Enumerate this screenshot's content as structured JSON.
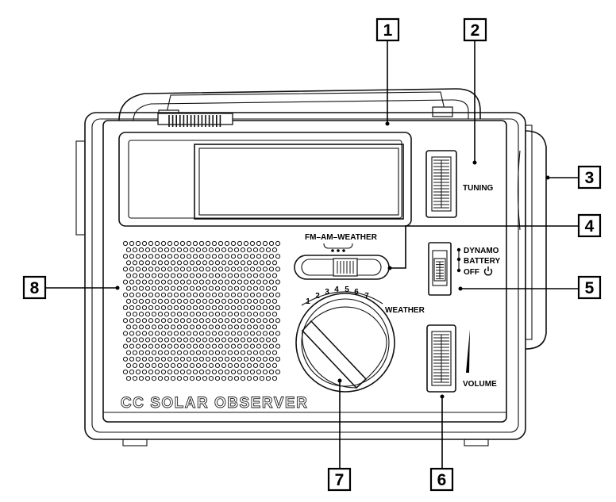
{
  "callouts": [
    {
      "number": "1"
    },
    {
      "number": "2"
    },
    {
      "number": "3"
    },
    {
      "number": "4"
    },
    {
      "number": "5"
    },
    {
      "number": "6"
    },
    {
      "number": "7"
    },
    {
      "number": "8"
    }
  ],
  "labels": {
    "tuning": "TUNING",
    "band": "FM–AM–WEATHER",
    "dynamo": "DYNAMO",
    "battery": "BATTERY",
    "off": "OFF",
    "power_icon": "power-icon",
    "volume": "VOLUME",
    "weather": "WEATHER",
    "dial_numbers": [
      "1",
      "2",
      "3",
      "4",
      "5",
      "6",
      "7"
    ]
  },
  "brand": {
    "name": "CC SOLAR OBSERVER"
  },
  "colors": {
    "ink": "#000000",
    "paper": "#ffffff"
  }
}
